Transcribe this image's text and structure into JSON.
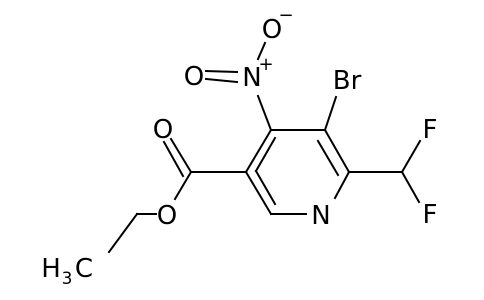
{
  "molecule": {
    "atoms": {
      "br": "Br",
      "nitro_n": "N",
      "nitro_n_charge": "+",
      "nitro_o_top": "O",
      "nitro_o_top_charge": "−",
      "nitro_o_left": "O",
      "ring_n": "N",
      "f_top": "F",
      "f_bottom": "F",
      "carbonyl_o": "O",
      "ester_o": "O",
      "methyl_h": "H",
      "methyl_sub": "3",
      "methyl_c": "C"
    },
    "colors": {
      "bond": "#000000",
      "label": "#000000",
      "background": "#ffffff"
    }
  }
}
